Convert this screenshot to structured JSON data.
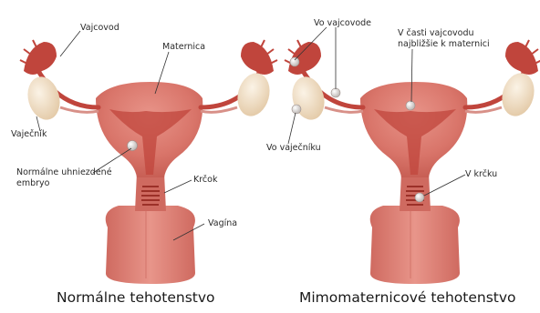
{
  "left": {
    "caption": "Normálne tehotenstvo",
    "labels": {
      "fallopian_tube": "Vajcovod",
      "uterus": "Maternica",
      "ovary": "Vaječník",
      "embryo": "Normálne uhniezdené embryo",
      "cervix": "Krčok",
      "vagina": "Vagína"
    }
  },
  "right": {
    "caption": "Mimomaternicové tehotenstvo",
    "labels": {
      "in_tubes": "Vo vajcovode",
      "tube_near_uterus": "V časti vajcovodu najbližšie k maternici",
      "in_ovary": "Vo vaječníku",
      "in_cervix": "V krčku"
    }
  },
  "colors": {
    "tissue": "#d9756a",
    "tissue_dark": "#b54a40",
    "tube": "#c0453c",
    "ovary": "#f1dfc4",
    "marker": "#d8d4d2",
    "leader": "#333333"
  }
}
